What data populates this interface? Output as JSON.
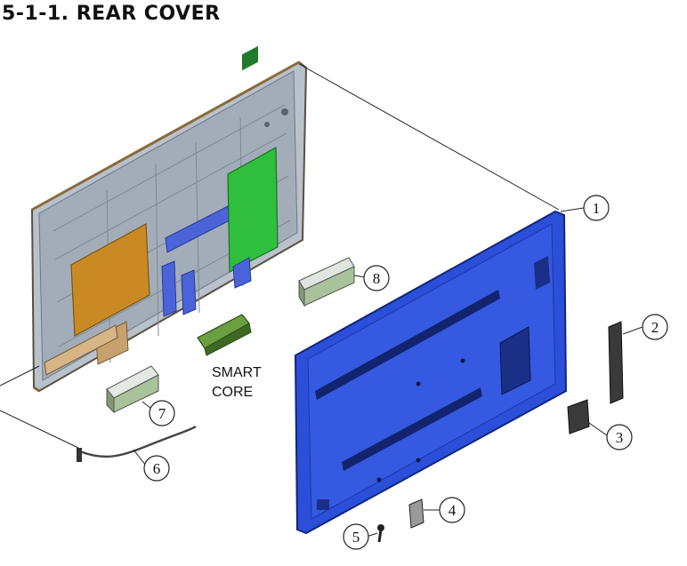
{
  "title": "5-1-1. REAR COVER",
  "callouts": {
    "c1": "1",
    "c2": "2",
    "c3": "3",
    "c4": "4",
    "c5": "5",
    "c6": "6",
    "c7": "7",
    "c8": "8"
  },
  "labels": {
    "smart": "SMART",
    "core": "CORE"
  },
  "colors": {
    "rear_cover": "#2b4fd9",
    "chassis": "#9aa6b4",
    "board_green": "#2fbf3c",
    "board_orange": "#c98a24"
  }
}
